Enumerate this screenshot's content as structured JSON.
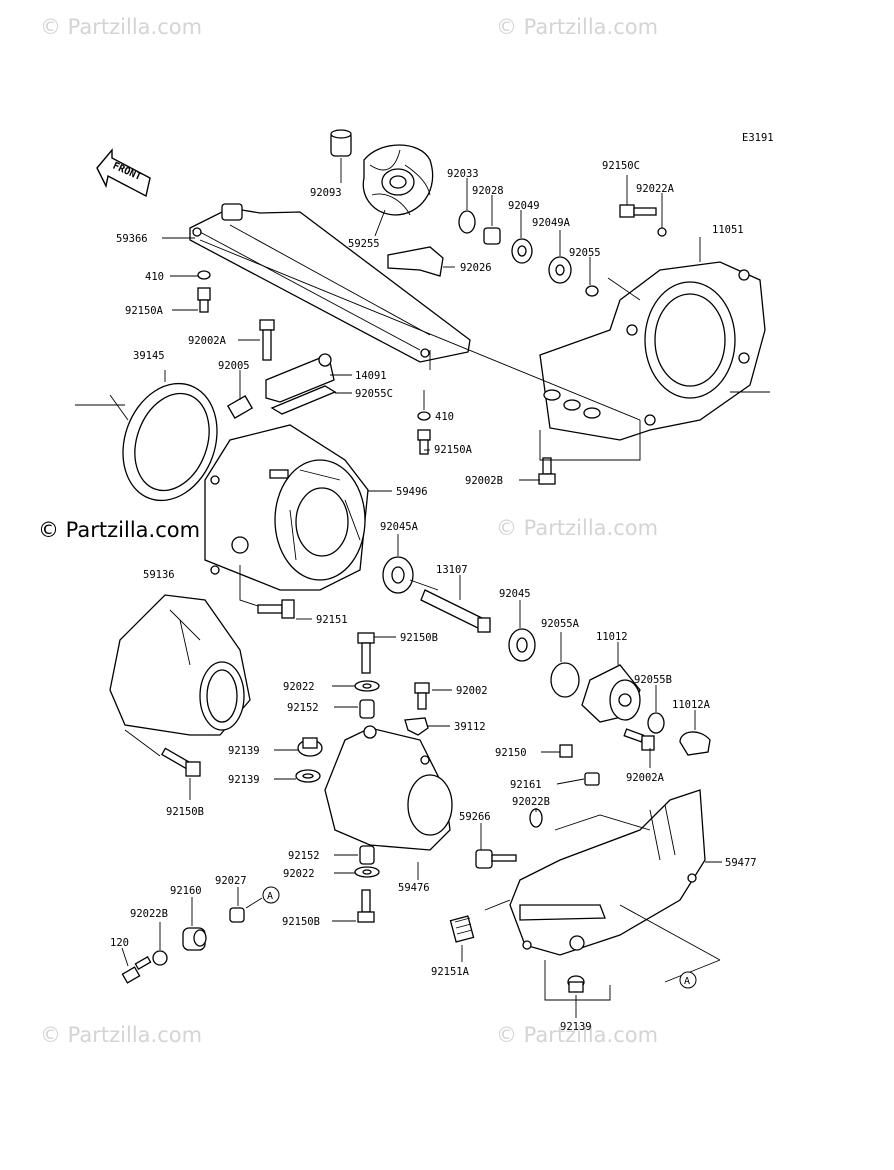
{
  "diagram_code": "E3191",
  "direction_label": "FRONT",
  "watermark": "© Partzilla.com",
  "labels": [
    {
      "id": "p92093",
      "text": "92093"
    },
    {
      "id": "p59255",
      "text": "59255"
    },
    {
      "id": "p92033",
      "text": "92033"
    },
    {
      "id": "p92028",
      "text": "92028"
    },
    {
      "id": "p92049",
      "text": "92049"
    },
    {
      "id": "p92049A",
      "text": "92049A"
    },
    {
      "id": "p92055",
      "text": "92055"
    },
    {
      "id": "p92150C",
      "text": "92150C"
    },
    {
      "id": "p92022A_top",
      "text": "92022A"
    },
    {
      "id": "p11051",
      "text": "11051"
    },
    {
      "id": "p59366",
      "text": "59366"
    },
    {
      "id": "p410_a",
      "text": "410"
    },
    {
      "id": "p92150A_a",
      "text": "92150A"
    },
    {
      "id": "p92026",
      "text": "92026"
    },
    {
      "id": "p92002A_a",
      "text": "92002A"
    },
    {
      "id": "p39145",
      "text": "39145"
    },
    {
      "id": "p92005",
      "text": "92005"
    },
    {
      "id": "p14091",
      "text": "14091"
    },
    {
      "id": "p92055C",
      "text": "92055C"
    },
    {
      "id": "p410_b",
      "text": "410"
    },
    {
      "id": "p92150A_b",
      "text": "92150A"
    },
    {
      "id": "p92002B",
      "text": "92002B"
    },
    {
      "id": "p59496",
      "text": "59496"
    },
    {
      "id": "p92045A",
      "text": "92045A"
    },
    {
      "id": "p59136",
      "text": "59136"
    },
    {
      "id": "p13107",
      "text": "13107"
    },
    {
      "id": "p92045",
      "text": "92045"
    },
    {
      "id": "p92151",
      "text": "92151"
    },
    {
      "id": "p92150B_a",
      "text": "92150B"
    },
    {
      "id": "p92055A",
      "text": "92055A"
    },
    {
      "id": "p11012",
      "text": "11012"
    },
    {
      "id": "p92022_a",
      "text": "92022"
    },
    {
      "id": "p92002",
      "text": "92002"
    },
    {
      "id": "p92055B",
      "text": "92055B"
    },
    {
      "id": "p11012A",
      "text": "11012A"
    },
    {
      "id": "p92152_a",
      "text": "92152"
    },
    {
      "id": "p39112",
      "text": "39112"
    },
    {
      "id": "p92139_a",
      "text": "92139"
    },
    {
      "id": "p92150",
      "text": "92150"
    },
    {
      "id": "p92002A_b",
      "text": "92002A"
    },
    {
      "id": "p92139_b",
      "text": "92139"
    },
    {
      "id": "p92161",
      "text": "92161"
    },
    {
      "id": "p92150B_b",
      "text": "92150B"
    },
    {
      "id": "p92022B_a",
      "text": "92022B"
    },
    {
      "id": "p59266",
      "text": "59266"
    },
    {
      "id": "p59477",
      "text": "59477"
    },
    {
      "id": "p92152_b",
      "text": "92152"
    },
    {
      "id": "p92022_b",
      "text": "92022"
    },
    {
      "id": "p59476",
      "text": "59476"
    },
    {
      "id": "p92027",
      "text": "92027"
    },
    {
      "id": "p92160",
      "text": "92160"
    },
    {
      "id": "p92022B_b",
      "text": "92022B"
    },
    {
      "id": "p92150B_c",
      "text": "92150B"
    },
    {
      "id": "p120",
      "text": "120"
    },
    {
      "id": "p92151A",
      "text": "92151A"
    },
    {
      "id": "p92139_c",
      "text": "92139"
    }
  ],
  "reference_marks": {
    "a1": "A",
    "a2": "A"
  }
}
